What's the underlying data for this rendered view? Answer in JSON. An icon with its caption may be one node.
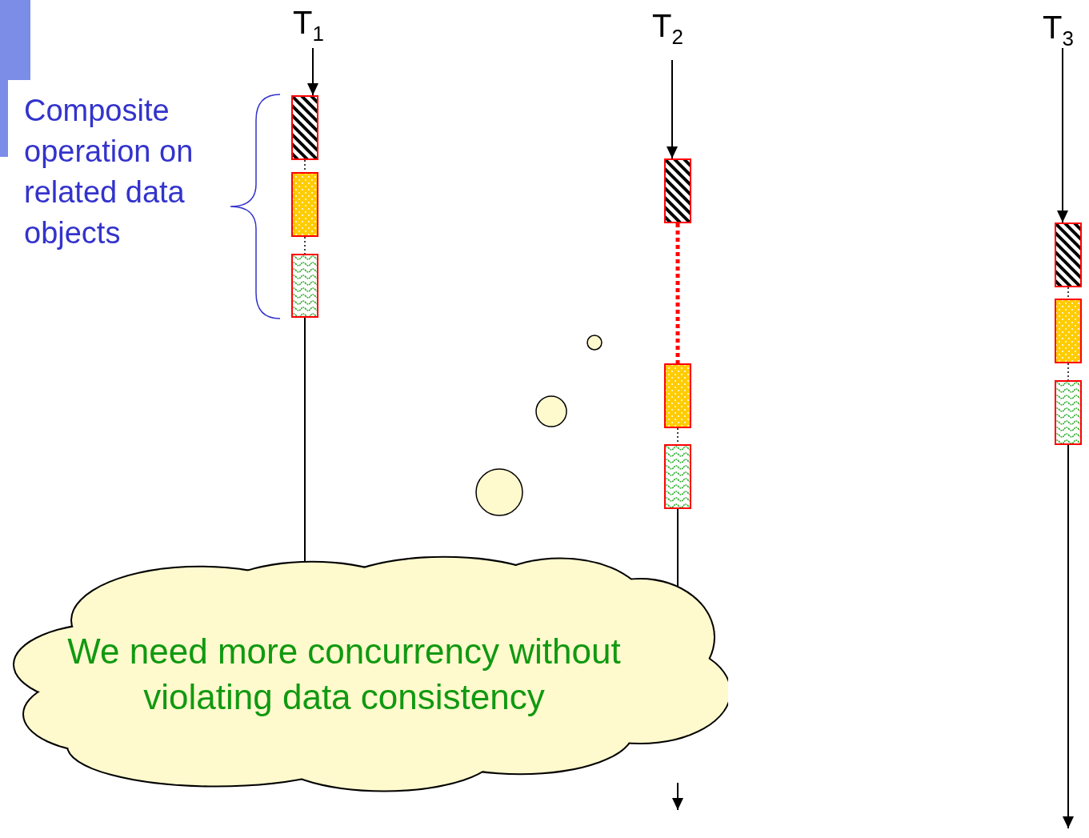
{
  "diagram": {
    "nodes": [
      {
        "text": [
          "T$_{1}$"
        ]
      },
      {
        "text": [],
        "shape": "box"
      },
      {
        "text": [],
        "shape": "box"
      },
      {
        "text": [],
        "shape": "box"
      },
      {
        "text": [
          "T$_{2}$"
        ]
      },
      {
        "text": [],
        "shape": "box"
      },
      {
        "text": [],
        "shape": "box"
      },
      {
        "text": [],
        "shape": "box"
      },
      {
        "text": [
          "T$_{3}$"
        ]
      },
      {
        "text": [],
        "shape": "box"
      },
      {
        "text": [],
        "shape": "box"
      },
      {
        "text": [],
        "shape": "box"
      },
      {
        "text": [],
        "shape": "circle"
      },
      {
        "text": [],
        "shape": "circle"
      },
      {
        "text": [],
        "shape": "circle"
      },
      {
        "text": [
          "We need more concurrency without violating data consistency"
        ]
      }
    ],
    "edges": [
      {
        "from": 0,
        "to": 1,
        "arrow": "to"
      },
      {
        "from": 1,
        "to": 2,
        "arrow": "none",
        "style": "dashed"
      },
      {
        "from": 2,
        "to": 3,
        "arrow": "none",
        "style": "dashed"
      },
      {
        "from": 3,
        "to": 15,
        "arrow": "none"
      },
      {
        "from": 4,
        "to": 5,
        "arrow": "to"
      },
      {
        "from": 5,
        "to": 6,
        "arrow": "none",
        "style": "dashed",
        "color": "#ff0000"
      },
      {
        "from": 6,
        "to": 7,
        "arrow": "none",
        "style": "dashed"
      },
      {
        "from": 7,
        "to": 15,
        "arrow": "none"
      },
      {
        "from": 15,
        "to": null,
        "arrow": "to"
      },
      {
        "from": 8,
        "to": 9,
        "arrow": "to"
      },
      {
        "from": 9,
        "to": 10,
        "arrow": "none",
        "style": "dashed"
      },
      {
        "from": 10,
        "to": 11,
        "arrow": "none",
        "style": "dashed"
      },
      {
        "from": 11,
        "to": null,
        "arrow": "to"
      }
    ],
    "labels": [
      "Composite operation on related data objects"
    ]
  }
}
